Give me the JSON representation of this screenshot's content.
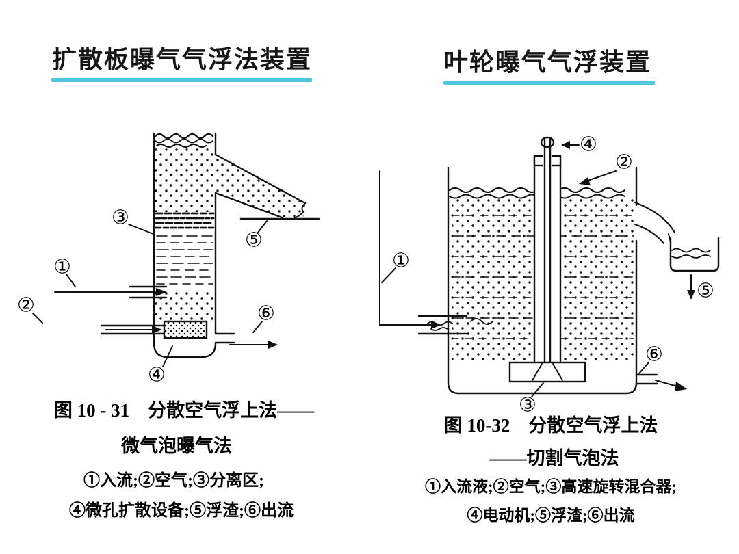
{
  "page": {
    "background": "#ffffff",
    "accent_color": "#4ec7dd"
  },
  "left_panel": {
    "title": "扩散板曝气气浮法装置",
    "figure": {
      "caption_line1": "图 10 - 31　分散空气浮上法——",
      "caption_line2": "微气泡曝气法",
      "legend_line1": "①入流;②空气;③分离区;",
      "legend_line2": "④微孔扩散设备;⑤浮渣;⑥出流"
    },
    "labels": {
      "inflow": "①",
      "air": "②",
      "separation_zone": "③",
      "diffuser": "④",
      "scum": "⑤",
      "outflow": "⑥"
    }
  },
  "right_panel": {
    "title": "叶轮曝气气浮装置",
    "figure": {
      "caption_line1": "图 10-32　分散空气浮上法",
      "caption_line2": "——切割气泡法",
      "legend_line1": "①入流液;②空气;③高速旋转混合器;",
      "legend_line2": "④电动机;⑤浮渣;⑥出流"
    },
    "labels": {
      "inflow": "①",
      "air": "②",
      "mixer": "③",
      "motor": "④",
      "scum": "⑤",
      "outflow": "⑥"
    }
  }
}
